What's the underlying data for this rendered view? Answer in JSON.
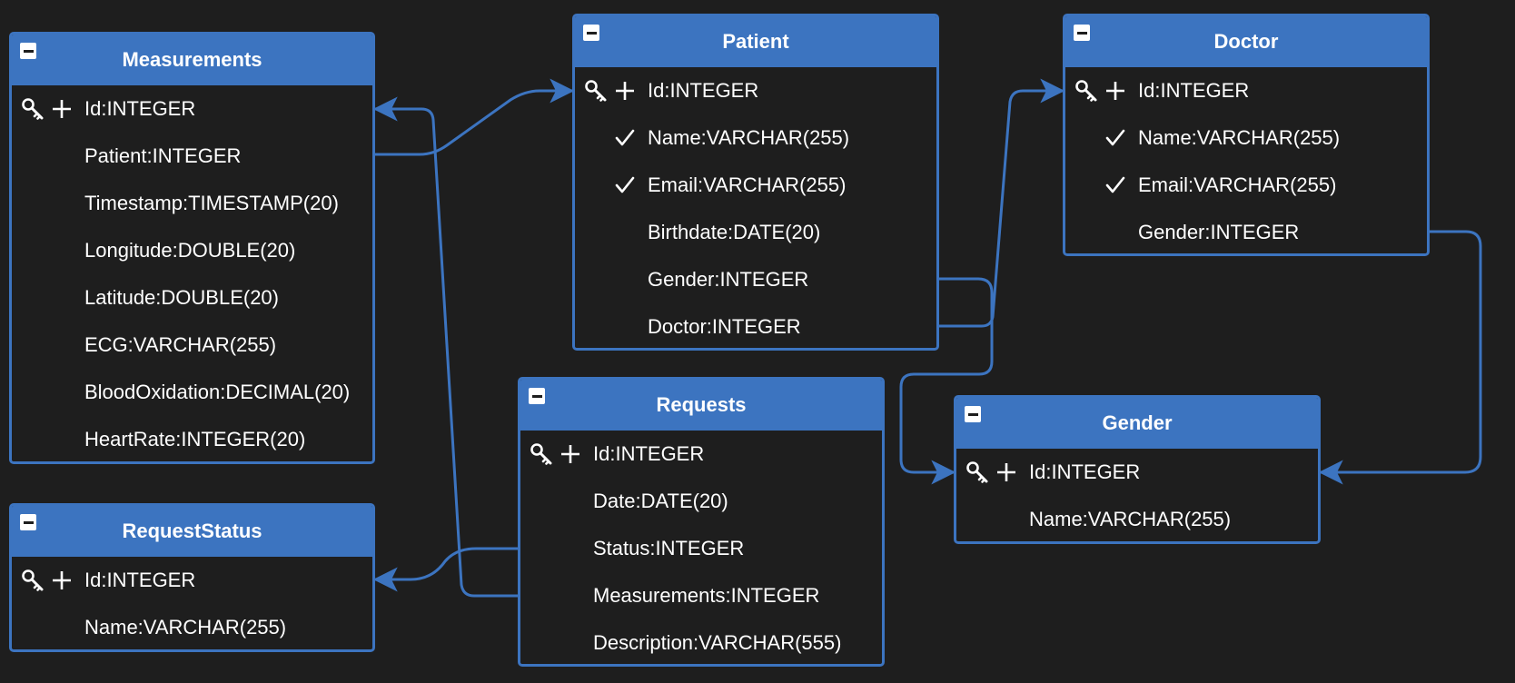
{
  "colors": {
    "background": "#1e1e1e",
    "accent": "#3c74c0",
    "text": "#ffffff"
  },
  "tables": {
    "measurements": {
      "title": "Measurements",
      "fields": [
        {
          "label": "Id:INTEGER",
          "icons": [
            "key-icon",
            "plus-icon"
          ]
        },
        {
          "label": "Patient:INTEGER",
          "icons": []
        },
        {
          "label": "Timestamp:TIMESTAMP(20)",
          "icons": []
        },
        {
          "label": "Longitude:DOUBLE(20)",
          "icons": []
        },
        {
          "label": "Latitude:DOUBLE(20)",
          "icons": []
        },
        {
          "label": "ECG:VARCHAR(255)",
          "icons": []
        },
        {
          "label": "BloodOxidation:DECIMAL(20)",
          "icons": []
        },
        {
          "label": "HeartRate:INTEGER(20)",
          "icons": []
        }
      ]
    },
    "request_status": {
      "title": "RequestStatus",
      "fields": [
        {
          "label": "Id:INTEGER",
          "icons": [
            "key-icon",
            "plus-icon"
          ]
        },
        {
          "label": "Name:VARCHAR(255)",
          "icons": []
        }
      ]
    },
    "patient": {
      "title": "Patient",
      "fields": [
        {
          "label": "Id:INTEGER",
          "icons": [
            "key-icon",
            "plus-icon"
          ]
        },
        {
          "label": "Name:VARCHAR(255)",
          "icons": [
            "check-icon"
          ]
        },
        {
          "label": "Email:VARCHAR(255)",
          "icons": [
            "check-icon"
          ]
        },
        {
          "label": "Birthdate:DATE(20)",
          "icons": []
        },
        {
          "label": "Gender:INTEGER",
          "icons": []
        },
        {
          "label": "Doctor:INTEGER",
          "icons": []
        }
      ]
    },
    "requests": {
      "title": "Requests",
      "fields": [
        {
          "label": "Id:INTEGER",
          "icons": [
            "key-icon",
            "plus-icon"
          ]
        },
        {
          "label": "Date:DATE(20)",
          "icons": []
        },
        {
          "label": "Status:INTEGER",
          "icons": []
        },
        {
          "label": "Measurements:INTEGER",
          "icons": []
        },
        {
          "label": "Description:VARCHAR(555)",
          "icons": []
        }
      ]
    },
    "doctor": {
      "title": "Doctor",
      "fields": [
        {
          "label": "Id:INTEGER",
          "icons": [
            "key-icon",
            "plus-icon"
          ]
        },
        {
          "label": "Name:VARCHAR(255)",
          "icons": [
            "check-icon"
          ]
        },
        {
          "label": "Email:VARCHAR(255)",
          "icons": [
            "check-icon"
          ]
        },
        {
          "label": "Gender:INTEGER",
          "icons": []
        }
      ]
    },
    "gender": {
      "title": "Gender",
      "fields": [
        {
          "label": "Id:INTEGER",
          "icons": [
            "key-icon",
            "plus-icon"
          ]
        },
        {
          "label": "Name:VARCHAR(255)",
          "icons": []
        }
      ]
    }
  },
  "relations": [
    {
      "from": "measurements.Patient",
      "to": "patient.Id"
    },
    {
      "from": "requests.Measurements",
      "to": "measurements.Id"
    },
    {
      "from": "requests.Status",
      "to": "request_status.Id"
    },
    {
      "from": "patient.Doctor",
      "to": "doctor.Id"
    },
    {
      "from": "patient.Gender",
      "to": "gender.Id"
    },
    {
      "from": "doctor.Gender",
      "to": "gender.Id"
    }
  ]
}
